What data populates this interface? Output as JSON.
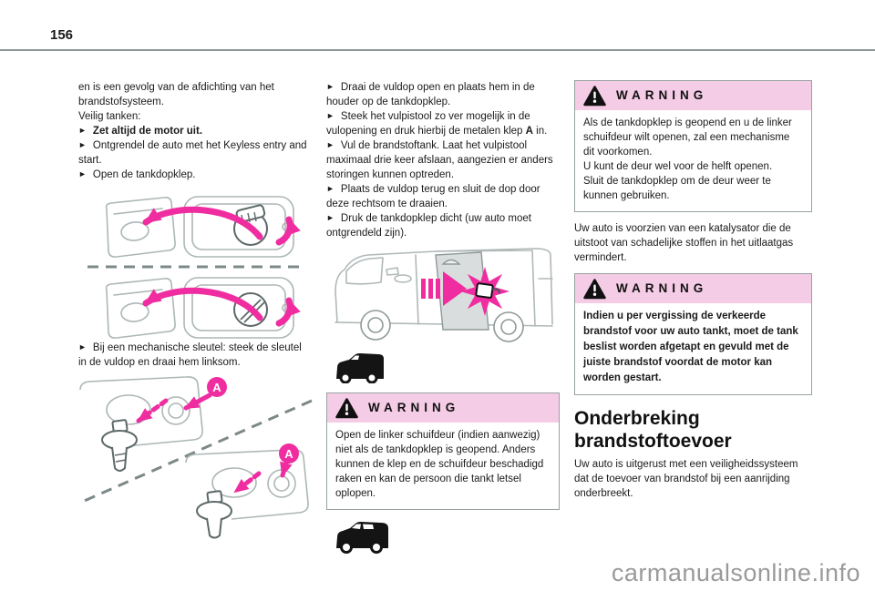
{
  "page": {
    "number": "156"
  },
  "ui": {
    "bullet": "►",
    "warning_label": "WARNING",
    "label_a": "A"
  },
  "colors": {
    "accent_pink": "#f02da0",
    "warning_header_bg": "#f4cce6",
    "box_border": "#98a1a2",
    "rule_gray": "#8d9899",
    "watermark_gray": "#9a9a9a"
  },
  "col1": {
    "para1": "en is een gevolg van de afdichting van het brandstofsysteem.",
    "para2": "Veilig tanken:",
    "b1": "Zet altijd de motor uit.",
    "b2": "Ontgrendel de auto met het Keyless entry and start.",
    "b3": "Open de tankdopklep.",
    "b4": "Bij een mechanische sleutel: steek de sleutel in de vuldop en draai hem linksom."
  },
  "col2": {
    "b1": "Draai de vuldop open en plaats hem in de houder op de tankdopklep.",
    "b2_pre": "Steek het vulpistool zo ver mogelijk in de vulopening en druk hierbij de metalen klep ",
    "b2_em": "A",
    "b2_post": " in.",
    "b3": "Vul de brandstoftank. Laat het vulpistool maximaal drie keer afslaan, aangezien er anders storingen kunnen optreden.",
    "b4": "Plaats de vuldop terug en sluit de dop door deze rechtsom te draaien.",
    "b5": "Druk de tankdopklep dicht (uw auto moet ontgrendeld zijn).",
    "warning_body": "Open de linker schuifdeur (indien aanwezig) niet als de tankdopklep is geopend. Anders kunnen de klep en de schuifdeur beschadigd raken en kan de persoon die tankt letsel oplopen."
  },
  "col3": {
    "warning1_body": "Als de tankdopklep is geopend en u de linker schuifdeur wilt openen, zal een mechanisme dit voorkomen.\nU kunt de deur wel voor de helft openen.\nSluit de tankdopklep om de deur weer te kunnen gebruiken.",
    "para_catalyst": "Uw auto is voorzien van een katalysator die de uitstoot van schadelijke stoffen in het uitlaatgas vermindert.",
    "warning2_body": "Indien u per vergissing de verkeerde brandstof voor uw auto tankt, moet de tank beslist worden afgetapt en gevuld met de juiste brandstof voordat de motor kan worden gestart.",
    "heading": "Onderbreking brandstoftoevoer",
    "para_cutoff": "Uw auto is uitgerust met een veiligheidssysteem dat de toevoer van brandstof bij een aanrijding onderbreekt."
  },
  "watermark": {
    "text": "carmanualsonline.info"
  }
}
